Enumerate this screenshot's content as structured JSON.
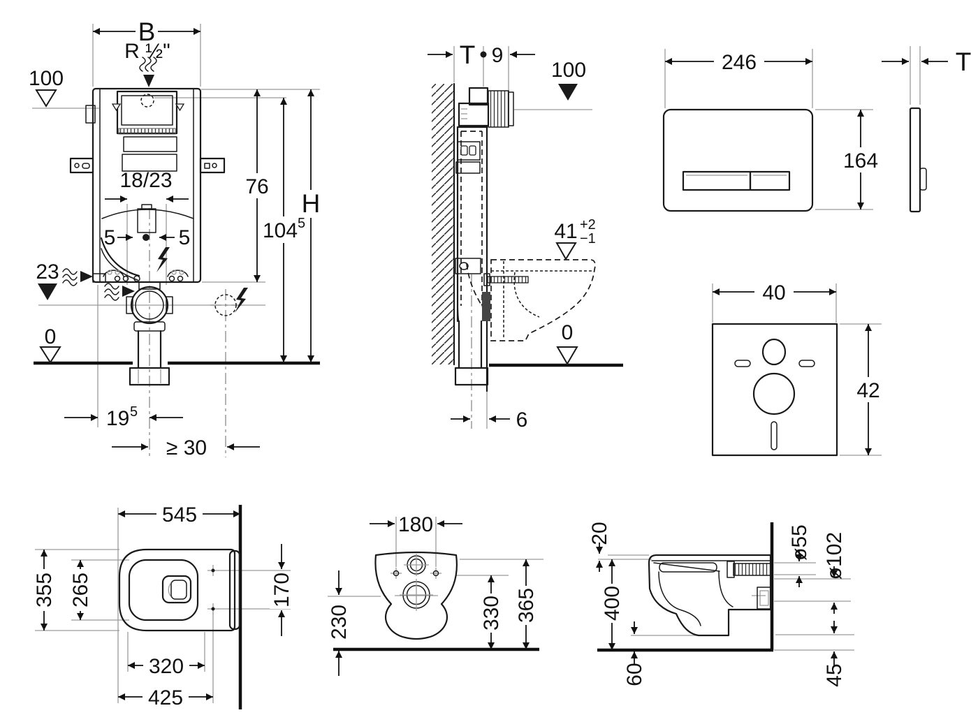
{
  "drawing": {
    "frame_front": {
      "width_label": "B",
      "supply_label": "R ½\"",
      "supply_level": "100",
      "flush_pipe_dia": "18/23",
      "offset_left": "5",
      "offset_right": "5",
      "tank_height": "76",
      "install_height": "104",
      "install_height_sup": "5",
      "total_height_label": "H",
      "outlet_level": "23",
      "floor_level": "0",
      "outlet_offset": "19",
      "outlet_offset_sup": "5",
      "min_distance": "≥ 30"
    },
    "frame_side": {
      "depth_label": "T",
      "front_offset": "9",
      "supply_level": "100",
      "pan_level": "41",
      "pan_level_tol_plus": "+2",
      "pan_level_tol_minus": "−1",
      "floor_level": "0",
      "outlet_offset": "6"
    },
    "actuator_front": {
      "width": "246",
      "height": "164"
    },
    "actuator_side": {
      "thickness_label": "T"
    },
    "sound_pad": {
      "width": "40",
      "height": "42"
    },
    "pan_top": {
      "depth": "545",
      "width": "355",
      "seat_width": "265",
      "hole_spacing": "170",
      "inner_depth": "320",
      "bowl_depth": "425"
    },
    "pan_rear": {
      "hole_spacing": "180",
      "outlet_height": "230",
      "hole_height": "330",
      "rim_rear_height": "365"
    },
    "pan_side": {
      "seat_thickness": "20",
      "rim_height": "400",
      "clearance": "60",
      "inlet_dia": "ø55",
      "outlet_dia": "ø102",
      "outlet_drop": "45"
    }
  }
}
